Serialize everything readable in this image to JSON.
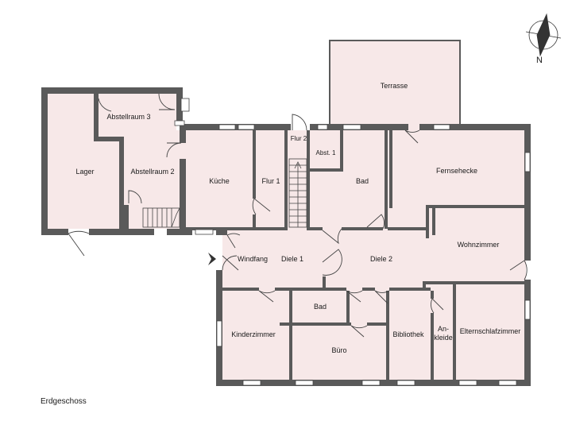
{
  "plan": {
    "caption": "Erdgeschoss",
    "compass_label": "N",
    "rooms": {
      "lager": "Lager",
      "abstellraum3": "Abstellraum 3",
      "abstellraum2": "Abstellraum 2",
      "kueche": "Küche",
      "flur1": "Flur 1",
      "flur2": "Flur 2",
      "abst1": "Abst. 1",
      "bad_oben": "Bad",
      "terrasse": "Terrasse",
      "fernsehecke": "Fernsehecke",
      "wohnzimmer": "Wohnzimmer",
      "windfang": "Windfang",
      "diele1": "Diele 1",
      "diele2": "Diele 2",
      "kinderzimmer": "Kinderzimmer",
      "bad_unten": "Bad",
      "buero": "Büro",
      "bibliothek": "Bibliothek",
      "ankleide_line1": "An-",
      "ankleide_line2": "kleide",
      "elternschlafzimmer": "Elternschlafzimmer"
    },
    "colors": {
      "wall": "#5a5a5a",
      "floor": "#f7e8e8",
      "window": "#ffffff",
      "line": "#444444"
    }
  }
}
